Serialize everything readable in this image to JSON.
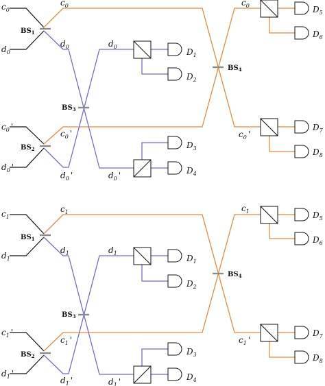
{
  "labels": {
    "c0": "c",
    "c0_sub": "0",
    "d0": "d",
    "d0_sub": "0",
    "c0p": "c",
    "c0p_sub": "0",
    "c0p_prime": "'",
    "d0p": "d",
    "d0p_sub": "0",
    "d0p_prime": "'",
    "c1": "c",
    "c1_sub": "1",
    "d1": "d",
    "d1_sub": "1",
    "c1p": "c",
    "c1p_sub": "1",
    "c1p_prime": "'",
    "d1p": "d",
    "d1p_sub": "1",
    "d1p_prime": "'",
    "BS": "BS",
    "bs1": "1",
    "bs2": "2",
    "bs3": "3",
    "bs4": "4",
    "D": "D",
    "D1": "1",
    "D2": "2",
    "D3": "3",
    "D4": "4",
    "D5": "5",
    "D6": "6",
    "D7": "7",
    "D8": "8"
  },
  "colors": {
    "c_path": "#e8883a",
    "d_path": "#6e6ec6",
    "input": "#111111",
    "beam_splitter": "#8a8a8a"
  }
}
